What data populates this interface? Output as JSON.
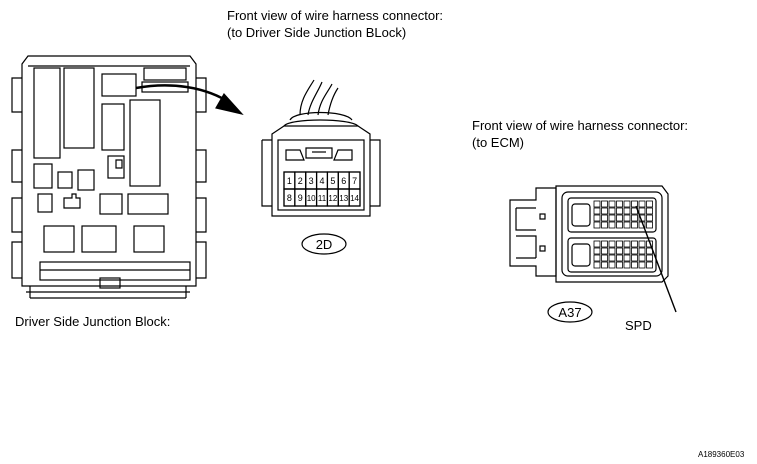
{
  "jb_connector": {
    "title_line1": "Front view of wire harness connector:",
    "title_line2": "(to Driver Side Junction BLock)",
    "code": "2D",
    "pins_top": [
      "1",
      "2",
      "3",
      "4",
      "5",
      "6",
      "7"
    ],
    "pins_bottom": [
      "8",
      "9",
      "10",
      "11",
      "12",
      "13",
      "14"
    ]
  },
  "junction_block": {
    "label": "Driver Side Junction Block:"
  },
  "ecm_connector": {
    "title_line1": "Front view of wire harness connector:",
    "title_line2": "(to ECM)",
    "code": "A37",
    "pin_label": "SPD"
  },
  "figure_id": "A189360E03"
}
